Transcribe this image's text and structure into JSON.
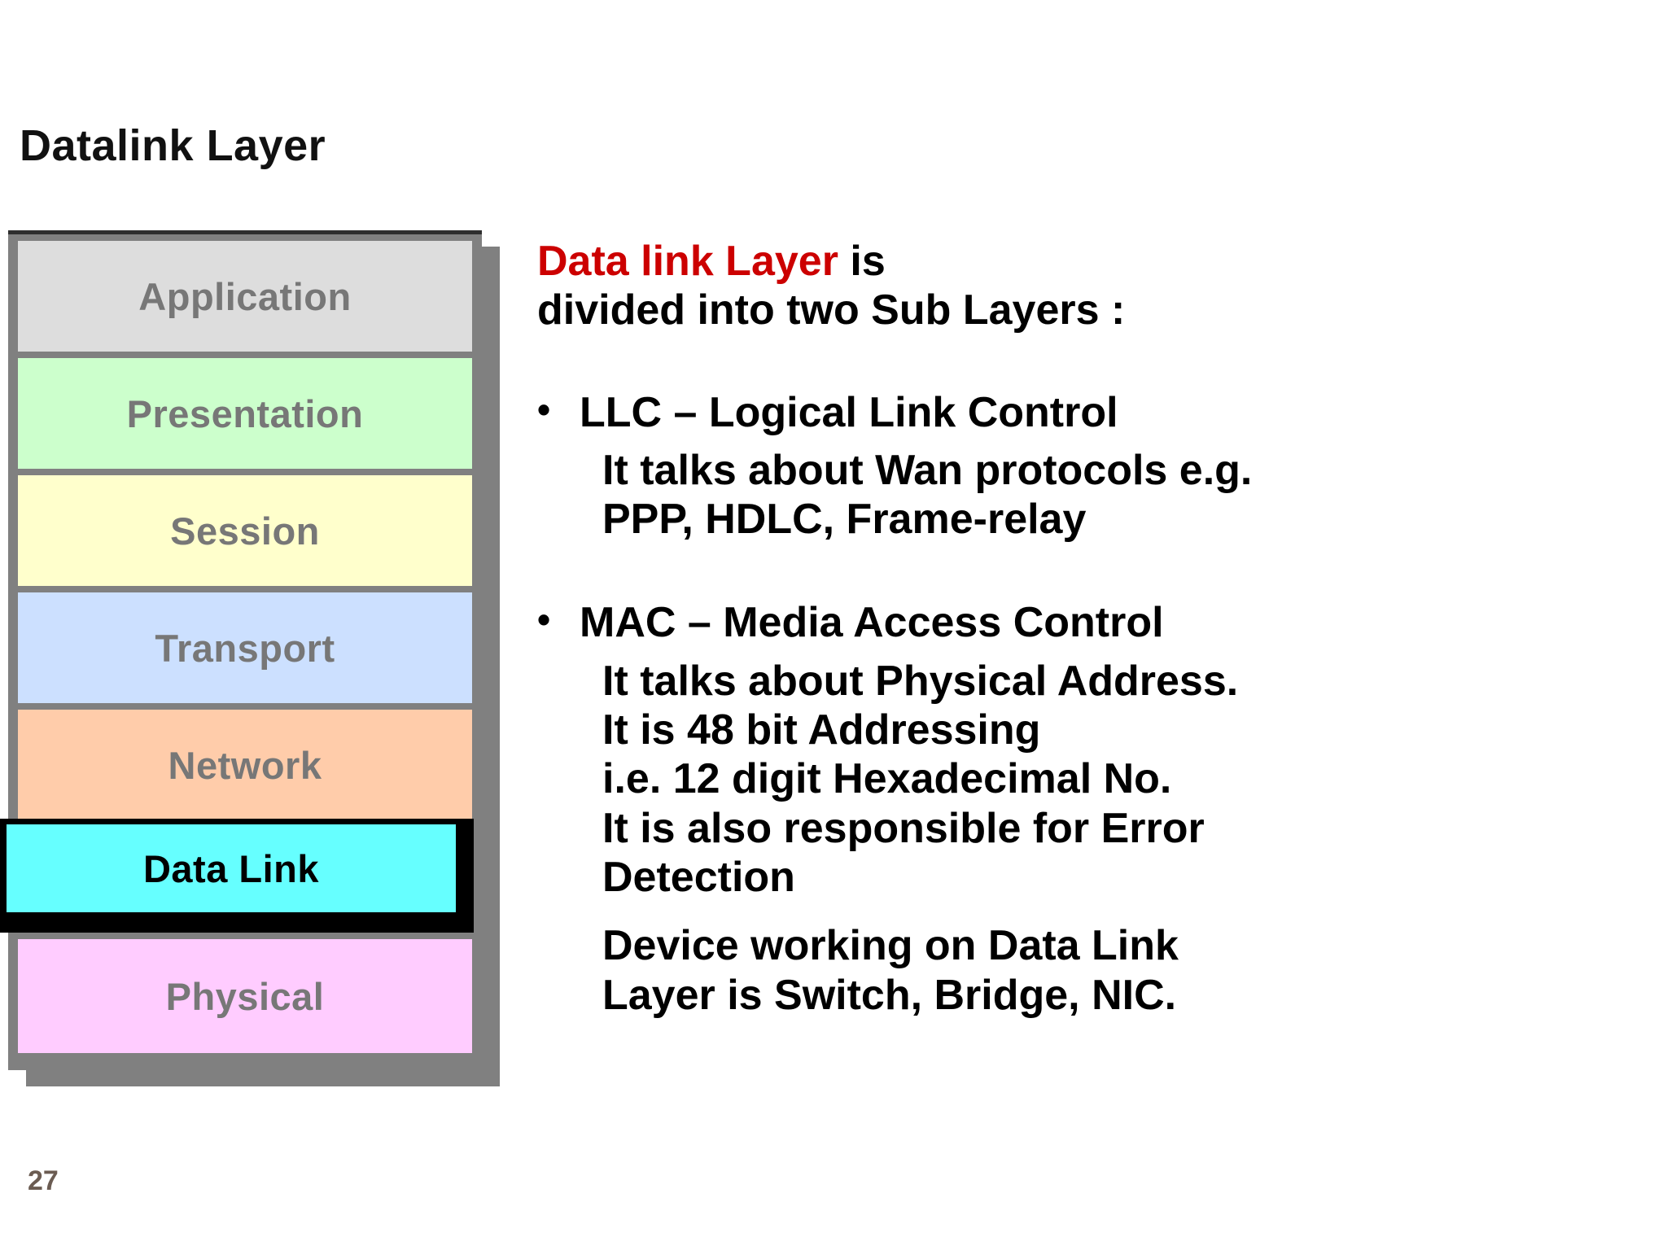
{
  "slide": {
    "title": "Datalink Layer",
    "page_number": "27"
  },
  "colors": {
    "accent_red": "#cc0000",
    "highlight_fill": "#66ffff",
    "highlight_border": "#000000",
    "stack_border": "#808080",
    "layer_text": "#777777",
    "page_number": "#6b5c52"
  },
  "osi_stack": {
    "name": "OSI model layer stack",
    "layers": [
      {
        "label": "Application",
        "fill": "#dddddd",
        "highlighted": false
      },
      {
        "label": "Presentation",
        "fill": "#ccffcc",
        "highlighted": false
      },
      {
        "label": "Session",
        "fill": "#ffffcc",
        "highlighted": false
      },
      {
        "label": "Transport",
        "fill": "#cce0ff",
        "highlighted": false
      },
      {
        "label": "Network",
        "fill": "#ffccaa",
        "highlighted": false
      },
      {
        "label": "Data Link",
        "fill": "#66ffff",
        "highlighted": true
      },
      {
        "label": "Physical",
        "fill": "#ffccff",
        "highlighted": false
      }
    ]
  },
  "content": {
    "intro": {
      "highlight": "Data link Layer",
      "after_highlight": "  is",
      "line2": "divided into two Sub Layers :"
    },
    "bullets": [
      {
        "marker": "•",
        "heading": "LLC – Logical Link Control",
        "detail_lines": [
          "It talks about Wan protocols e.g.",
          "PPP, HDLC, Frame-relay"
        ]
      },
      {
        "marker": "•",
        "heading": "MAC – Media Access Control",
        "detail_lines": [
          "It talks about Physical Address.",
          "It is 48 bit Addressing",
          "i.e. 12 digit Hexadecimal No.",
          "It is also responsible for Error",
          "Detection"
        ],
        "closing_lines": [
          "Device working on Data Link",
          "Layer is Switch, Bridge, NIC."
        ]
      }
    ]
  }
}
